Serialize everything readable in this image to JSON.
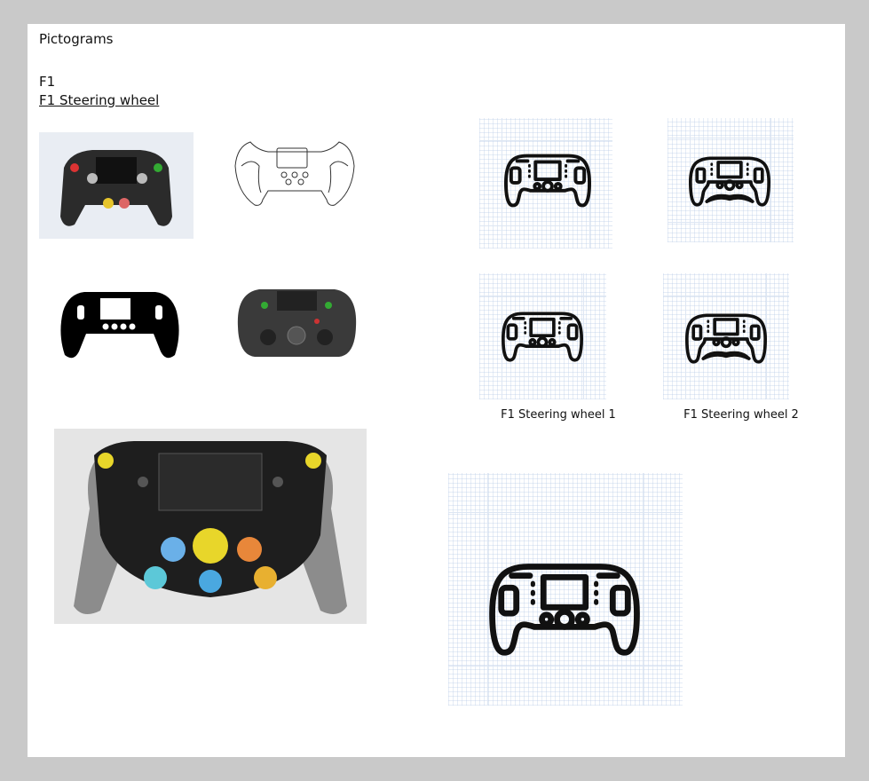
{
  "page": {
    "title": "Pictograms",
    "section": "F1",
    "link": "F1 Steering wheel"
  },
  "pictograms": [
    {
      "label": "F1 Steering wheel 1"
    },
    {
      "label": "F1 Steering wheel 2"
    }
  ],
  "colors": {
    "background": "#c9c9c9",
    "panel": "#ffffff",
    "grid": "#dde6f3",
    "icon": "#111111"
  }
}
